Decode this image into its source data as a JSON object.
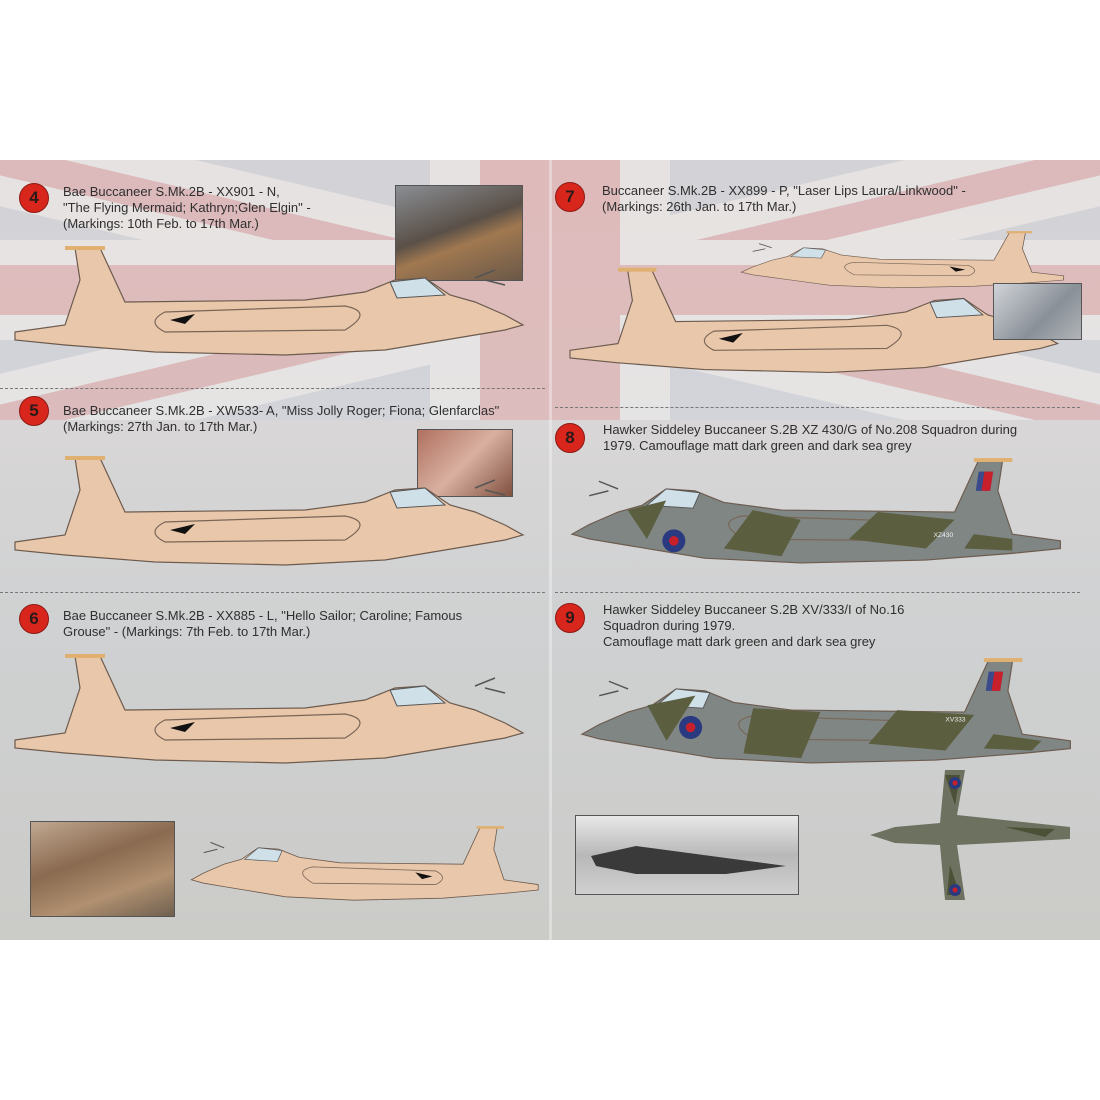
{
  "entries": [
    {
      "number": "4",
      "lines": [
        "Bae Buccaneer S.Mk.2B - XX901  - N,",
        "\"The Flying Mermaid; Kathryn;Glen Elgin\" -",
        "(Markings: 10th Feb. to 17th Mar.)"
      ]
    },
    {
      "number": "5",
      "lines": [
        "Bae Buccaneer S.Mk.2B - XW533- A, \"Miss Jolly Roger; Fiona; Glenfarclas\"",
        "(Markings: 27th Jan. to 17th Mar.)"
      ]
    },
    {
      "number": "6",
      "lines": [
        "Bae Buccaneer S.Mk.2B - XX885  - L, \"Hello Sailor; Caroline; Famous",
        "Grouse\" - (Markings: 7th Feb. to 17th Mar.)"
      ]
    },
    {
      "number": "7",
      "lines": [
        "Buccaneer S.Mk.2B - XX899 - P, \"Laser Lips Laura/Linkwood\" -",
        "(Markings: 26th Jan. to 17th Mar.)"
      ]
    },
    {
      "number": "8",
      "lines": [
        "Hawker Siddeley Buccaneer S.2B XZ 430/G of No.208 Squadron during",
        "1979. Camouflage matt dark green and dark sea grey"
      ]
    },
    {
      "number": "9",
      "lines": [
        "Hawker Siddeley Buccaneer S.2B XV/333/I  of No.16",
        "Squadron during 1979.",
        "Camouflage matt dark green and dark sea grey"
      ]
    }
  ],
  "serials": {
    "xz430": "XZ430",
    "xv333": "XV333"
  },
  "colors": {
    "desert_pink": "#e9c7ab",
    "dark_green": "#5b5e3f",
    "dark_sea_grey": "#7f8684",
    "badge_red": "#d9261c"
  }
}
